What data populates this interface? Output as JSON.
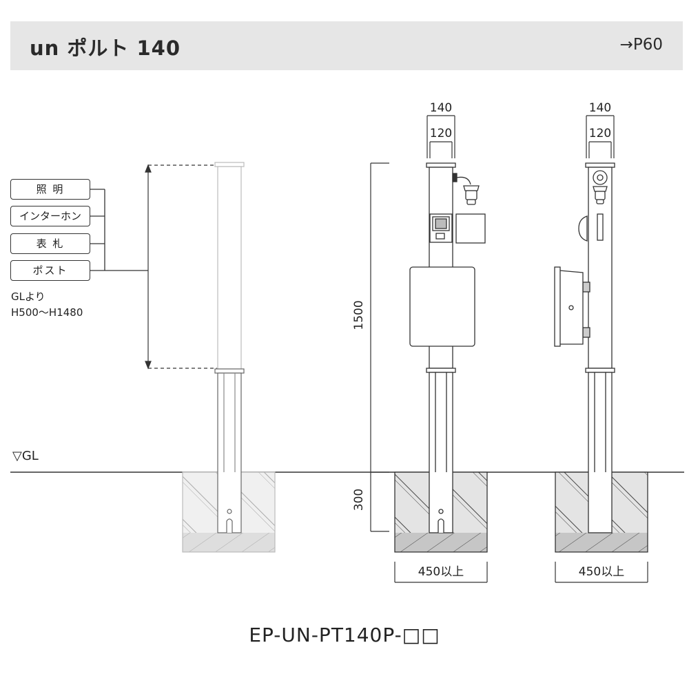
{
  "header": {
    "title": "un ポルト 140",
    "page_ref": "→P60"
  },
  "options": {
    "items": [
      {
        "label": "照 明"
      },
      {
        "label": "インターホン"
      },
      {
        "label": "表 札"
      },
      {
        "label": "ポスト"
      }
    ],
    "height_note_line1": "GLより",
    "height_note_line2": "H500〜H1480"
  },
  "ground": {
    "label": "▽GL"
  },
  "dimensions": {
    "outer_width": "140",
    "inner_width": "120",
    "height": "1500",
    "depth": "300",
    "foundation_width": "450以上"
  },
  "model": {
    "code": "EP-UN-PT140P-□□"
  },
  "colors": {
    "header_bg": "#e6e6e6",
    "line": "#333333",
    "concrete": "#e4e4e4",
    "gravel": "#c6c6c6"
  }
}
